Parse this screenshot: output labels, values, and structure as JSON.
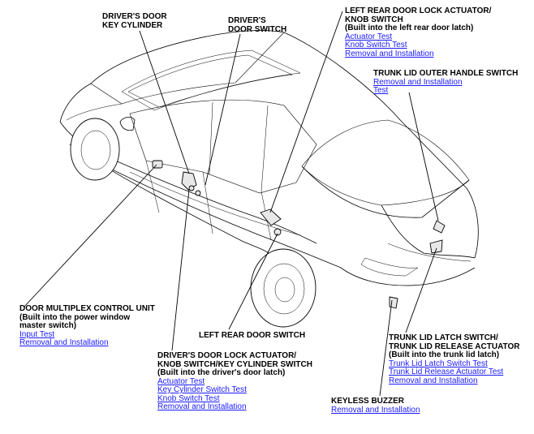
{
  "callouts": {
    "drivers_door_key_cylinder": {
      "title": "DRIVER'S DOOR\nKEY CYLINDER"
    },
    "drivers_door_switch": {
      "title": "DRIVER'S\nDOOR SWITCH"
    },
    "left_rear_door_lock_actuator": {
      "title": "LEFT REAR DOOR LOCK ACTUATOR/\nKNOB SWITCH\n(Built into the left rear door latch)",
      "links": [
        "Actuator Test",
        "Knob Switch Test",
        "Removal and Installation"
      ]
    },
    "trunk_lid_outer_handle_switch": {
      "title": "TRUNK LID OUTER HANDLE SWITCH",
      "links": [
        "Removal and Installation",
        "Test"
      ]
    },
    "door_multiplex_control_unit": {
      "title": "DOOR MULTIPLEX CONTROL UNIT\n(Built into the power window\nmaster switch)",
      "links": [
        "Input Test",
        "Removal and Installation"
      ]
    },
    "left_rear_door_switch": {
      "title": "LEFT REAR DOOR SWITCH"
    },
    "drivers_door_lock_actuator": {
      "title": "DRIVER'S DOOR LOCK ACTUATOR/\nKNOB SWITCH/KEY CYLINDER SWITCH\n(Built into the driver's door latch)",
      "links": [
        "Actuator Test",
        "Key Cylinder Switch Test",
        "Knob Switch Test",
        "Removal and Installation"
      ]
    },
    "trunk_lid_latch_switch": {
      "title": "TRUNK LID LATCH SWITCH/\nTRUNK LID RELEASE ACTUATOR\n(Built into the trunk lid latch)",
      "links": [
        "Trunk Lid Latch Switch Test",
        "Trunk Lid Release Actuator Test",
        "Removal and Installation"
      ]
    },
    "keyless_buzzer": {
      "title": "KEYLESS BUZZER",
      "links": [
        "Removal and Installation"
      ]
    }
  },
  "colors": {
    "link": "#1a1aff",
    "line": "#000000",
    "background": "#ffffff"
  }
}
